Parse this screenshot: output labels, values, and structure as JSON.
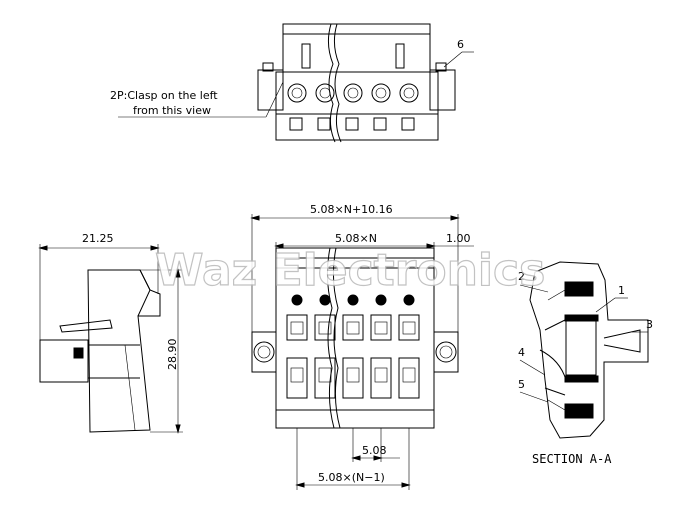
{
  "views": {
    "top": {
      "note_line1": "2P:Clasp on the left",
      "note_line2": "from this view",
      "callout": "6"
    },
    "side": {
      "width_dim": "21.25",
      "height_dim": "28.90"
    },
    "front": {
      "overall_dim": "5.08×N+10.16",
      "pitch_row_dim": "5.08×N",
      "offset_dim": "1.00",
      "pitch_dim": "5.08",
      "span_dim": "5.08×(N−1)"
    },
    "section": {
      "title": "SECTION A-A",
      "callouts": [
        "1",
        "2",
        "3",
        "4",
        "5"
      ]
    }
  },
  "watermark": "Waz Electronics"
}
